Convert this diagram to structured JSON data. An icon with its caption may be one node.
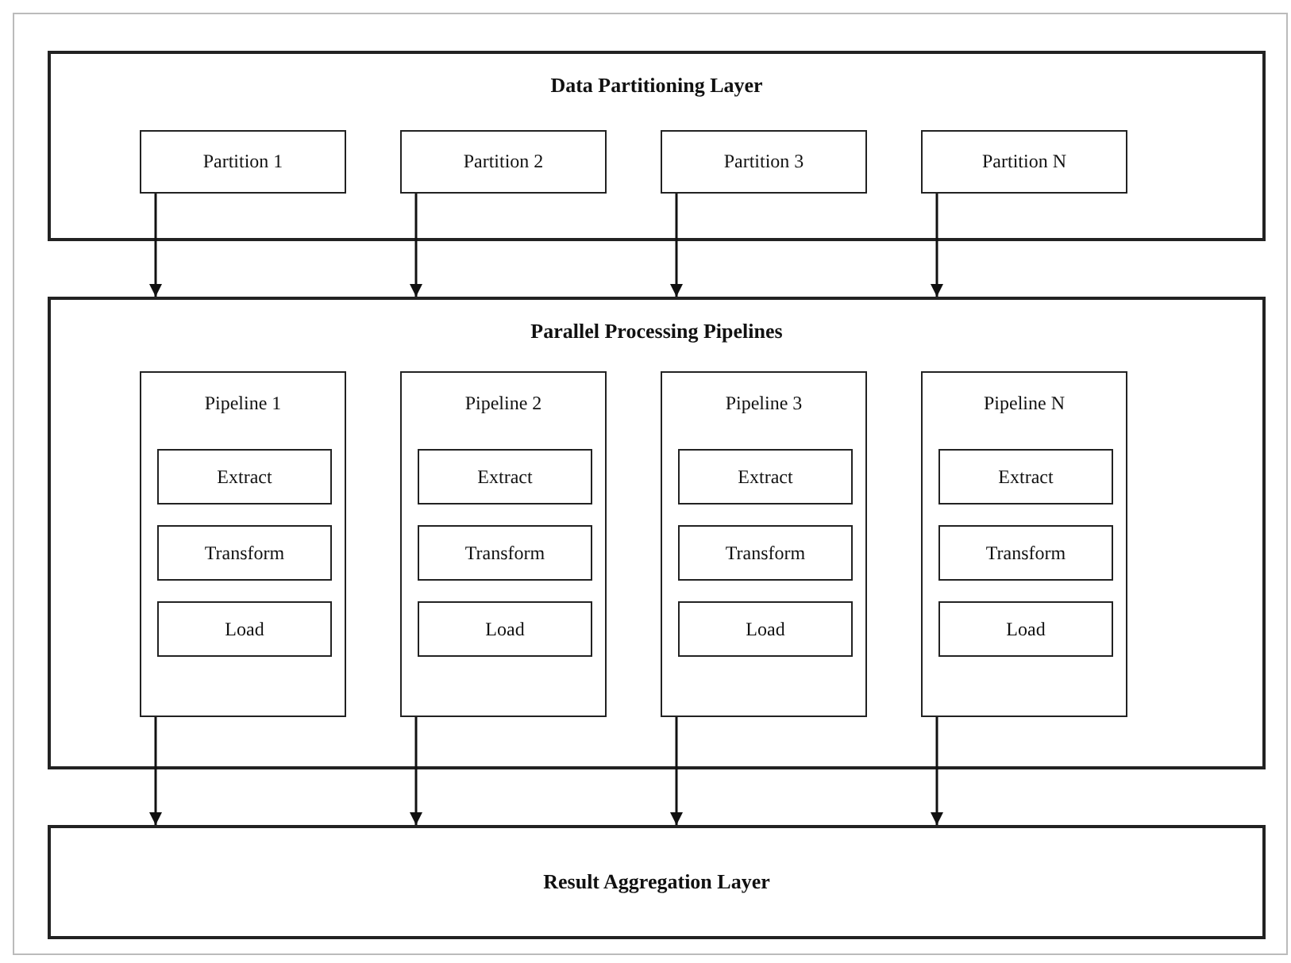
{
  "diagram": {
    "nodes": [
      {
        "text": [
          "Data Partitioning Layer"
        ]
      },
      {
        "text": [
          "Partition 1"
        ],
        "in": 0
      },
      {
        "text": [
          "Partition 2"
        ],
        "in": 0
      },
      {
        "text": [
          "Partition 3"
        ],
        "in": 0
      },
      {
        "text": [
          "Partition N"
        ],
        "in": 0
      },
      {
        "text": [
          "Parallel Processing Pipelines"
        ]
      },
      {
        "text": [
          "Pipeline 1"
        ],
        "in": 5
      },
      {
        "text": [
          "Extract"
        ],
        "in": 6
      },
      {
        "text": [
          "Transform"
        ],
        "in": 6
      },
      {
        "text": [
          "Load"
        ],
        "in": 6
      },
      {
        "text": [
          "Pipeline 2"
        ],
        "in": 5
      },
      {
        "text": [
          "Extract"
        ],
        "in": 10
      },
      {
        "text": [
          "Transform"
        ],
        "in": 10
      },
      {
        "text": [
          "Load"
        ],
        "in": 10
      },
      {
        "text": [
          "Pipeline 3"
        ],
        "in": 5
      },
      {
        "text": [
          "Extract"
        ],
        "in": 14
      },
      {
        "text": [
          "Transform"
        ],
        "in": 14
      },
      {
        "text": [
          "Load"
        ],
        "in": 14
      },
      {
        "text": [
          "Pipeline N"
        ],
        "in": 5
      },
      {
        "text": [
          "Extract"
        ],
        "in": 18
      },
      {
        "text": [
          "Transform"
        ],
        "in": 18
      },
      {
        "text": [
          "Load"
        ],
        "in": 18
      },
      {
        "text": [
          "Result Aggregation Layer"
        ]
      }
    ],
    "edges": [
      {
        "from": 1,
        "to": 5,
        "arrow": "to"
      },
      {
        "from": 2,
        "to": 5,
        "arrow": "to"
      },
      {
        "from": 3,
        "to": 5,
        "arrow": "to"
      },
      {
        "from": 4,
        "to": 5,
        "arrow": "to"
      },
      {
        "from": 6,
        "to": 22,
        "arrow": "to"
      },
      {
        "from": 10,
        "to": 22,
        "arrow": "to"
      },
      {
        "from": 14,
        "to": 22,
        "arrow": "to"
      },
      {
        "from": 18,
        "to": 22,
        "arrow": "to"
      }
    ]
  }
}
